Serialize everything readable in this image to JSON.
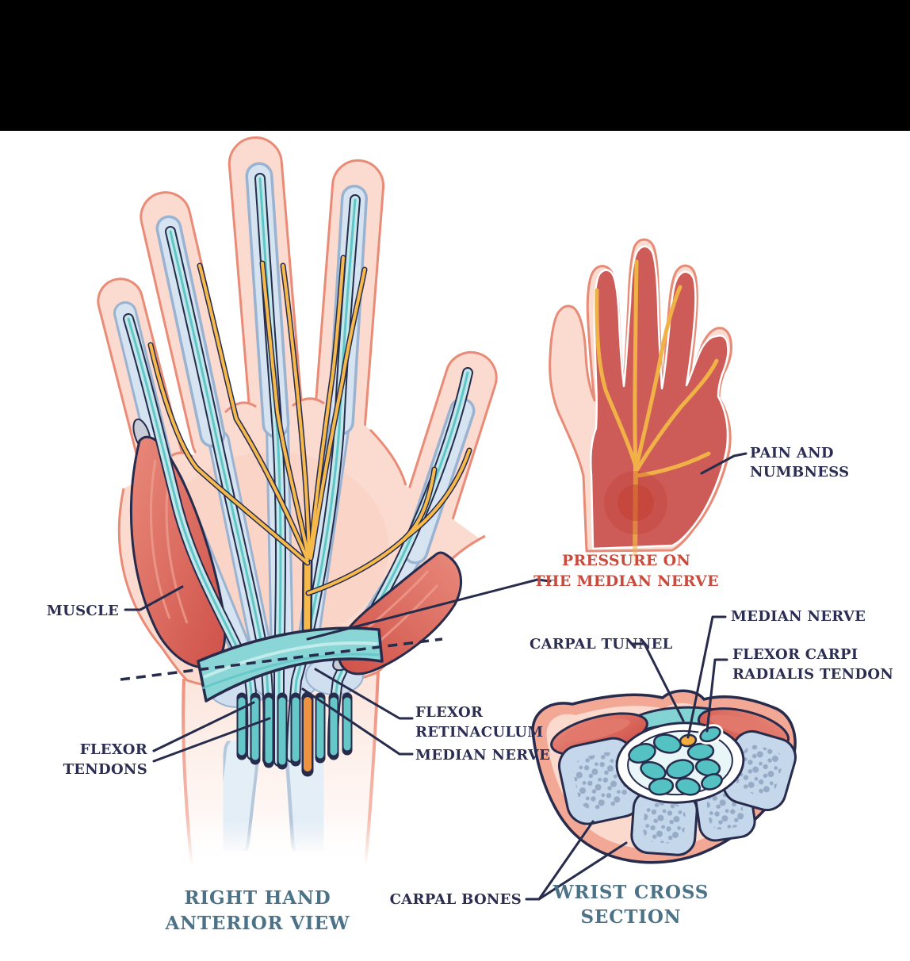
{
  "labels": {
    "muscle": "MUSCLE",
    "flexor_tendons_1": "FLEXOR",
    "flexor_tendons_2": "TENDONS",
    "flexor_retinaculum_1": "FLEXOR",
    "flexor_retinaculum_2": "RETINACULUM",
    "median_nerve_main": "MEDIAN NERVE",
    "pressure_1": "PRESSURE ON",
    "pressure_2": "THE MEDIAN NERVE",
    "pain_1": "PAIN AND",
    "pain_2": "NUMBNESS",
    "carpal_tunnel": "CARPAL TUNNEL",
    "median_nerve_cross": "MEDIAN NERVE",
    "flexor_carpi_1": "FLEXOR CARPI",
    "flexor_carpi_2": "RADIALIS TENDON",
    "carpal_bones": "CARPAL BONES"
  },
  "captions": {
    "left_1": "RIGHT HAND",
    "left_2": "ANTERIOR VIEW",
    "right_1": "WRIST CROSS",
    "right_2": "SECTION"
  },
  "colors": {
    "label_text": "#2b2e52",
    "caption_text": "#4c7287",
    "highlight_text": "#c94b3d",
    "leader_line": "#272b4c",
    "outline_navy": "#272b4c",
    "skin_fill": "#fbdacf",
    "skin_stroke": "#e98b76",
    "bone_fill": "#d6e3f1",
    "bone_stroke": "#9ab3d1",
    "tendon_fill": "#c3e7eb",
    "tendon_core": "#5fc6c8",
    "retinaculum": "#8ad5d6",
    "nerve_yellow": "#f6b94b",
    "nerve_orange": "#ee9440",
    "muscle_red": "#cf5148",
    "pain_red": "#cd5b58",
    "top_bar": "#000000",
    "background": "#ffffff"
  }
}
